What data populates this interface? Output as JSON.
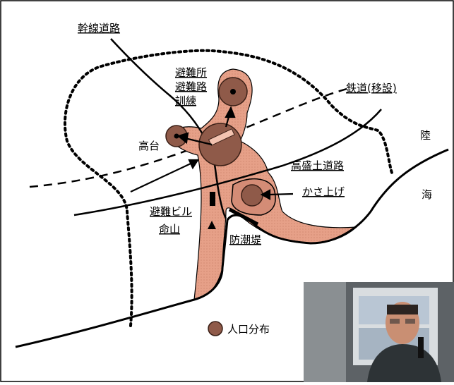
{
  "labels": {
    "trunk_road": "幹線道路",
    "evac_site": "避難所",
    "evac_route": "避難路",
    "drill": "訓練",
    "railway": "鉄道(移設)",
    "highland": "高台",
    "land": "陸",
    "embankment_road": "高盛土道路",
    "raising": "かさ上げ",
    "sea": "海",
    "evac_building": "避難ビル",
    "life_hill": "命山",
    "seawall": "防潮堤",
    "population": "人口分布"
  },
  "colors": {
    "area_fill": "#e6a088",
    "circle_fill": "#8f5a49",
    "circle_stroke": "#3a1f16",
    "line": "#000000"
  },
  "inset_photo": {
    "description_icon": "speaker-photo"
  }
}
